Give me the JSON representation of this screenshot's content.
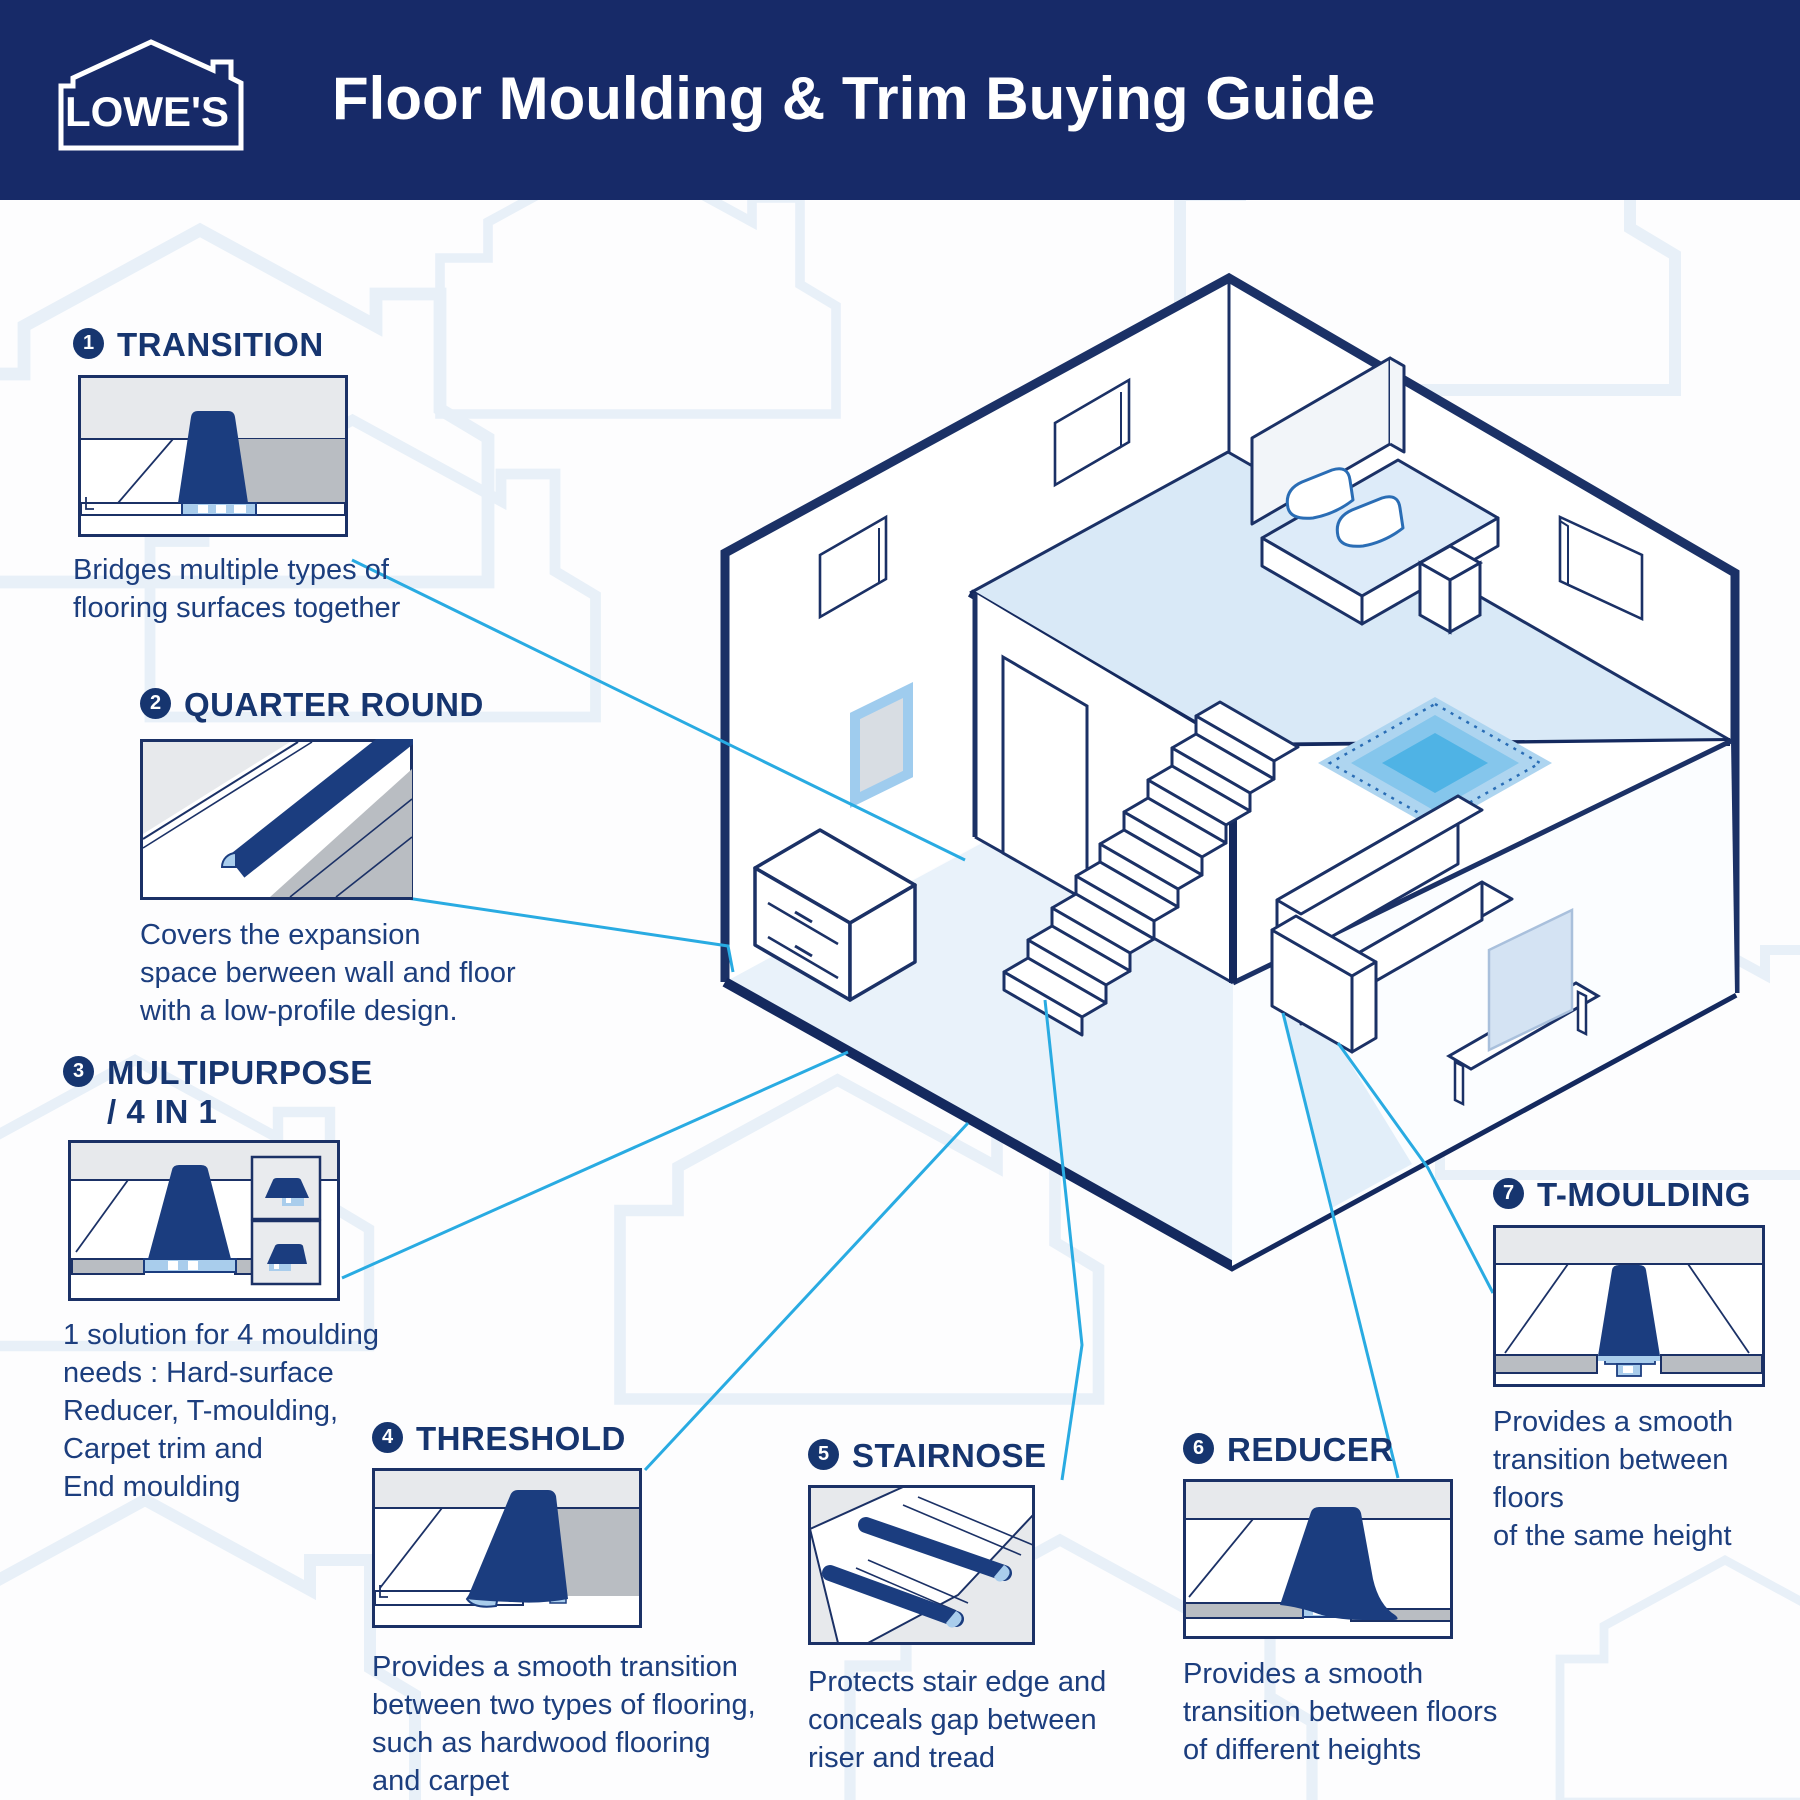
{
  "header": {
    "logo_text": "LOWE'S",
    "title": "Floor Moulding & Trim Buying Guide"
  },
  "callouts": [
    {
      "num": "1",
      "title": "TRANSITION",
      "desc": "Bridges multiple types of\nflooring surfaces together"
    },
    {
      "num": "2",
      "title": "QUARTER ROUND",
      "desc": "Covers the expansion\nspace berween wall and floor\nwith a low-profile design."
    },
    {
      "num": "3",
      "title": "MULTIPURPOSE\n/ 4 IN 1",
      "desc": "1 solution for 4 moulding\nneeds : Hard-surface\nReducer, T-moulding,\nCarpet trim and\nEnd moulding"
    },
    {
      "num": "4",
      "title": "THRESHOLD",
      "desc": "Provides a smooth transition\nbetween two types of flooring,\nsuch as hardwood flooring\nand carpet"
    },
    {
      "num": "5",
      "title": "STAIRNOSE",
      "desc": "Protects stair edge and\nconceals gap between\nriser and tread"
    },
    {
      "num": "6",
      "title": "REDUCER",
      "desc": "Provides a smooth\ntransition between floors\nof different heights"
    },
    {
      "num": "7",
      "title": "T-MOULDING",
      "desc": "Provides a smooth\ntransition between floors\nof the same height"
    }
  ],
  "colors": {
    "header_bg": "#172a68",
    "navy_line": "#1b3166",
    "text_navy": "#1c3e7e",
    "moulding_navy": "#1b3d7f",
    "accent_teal": "#29abe2",
    "light_blue": "#a9cdec",
    "floor_blue": "#d9e9f7",
    "slab_blue": "#e9f2fa",
    "rug_outer": "#aed5f0",
    "rug_mid": "#85c6ec",
    "rug_center": "#4fb3e5",
    "carpet_gray": "#b9bdc2",
    "wall_gray": "#e7e9ec"
  }
}
